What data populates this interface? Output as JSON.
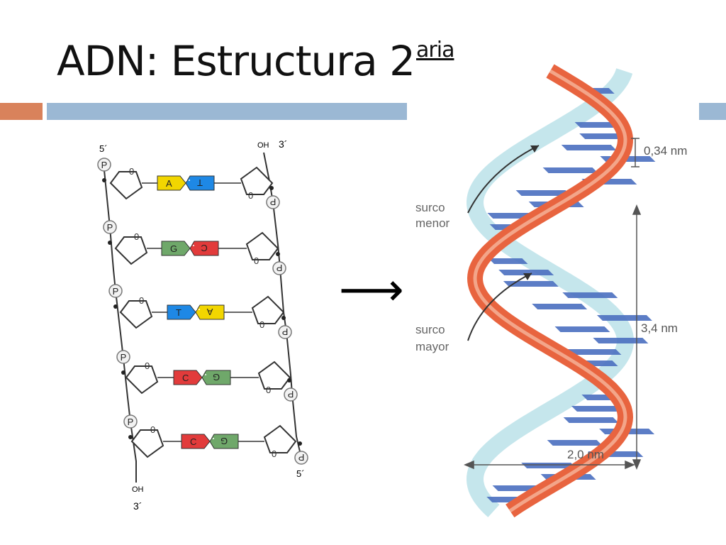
{
  "slide": {
    "title": "ADN: Estructura 2",
    "title_superscript": "aria"
  },
  "ladder": {
    "end_labels": {
      "top_left": "5´",
      "top_right_oh": "OH",
      "top_right": "3´",
      "bottom_right": "5´",
      "bottom_left_oh": "OH",
      "bottom_left": "3´"
    },
    "phosphate_label": "P",
    "sugar_oxygen": "0",
    "pairs": [
      {
        "left": "A",
        "right": "T",
        "left_color": "#f2d600",
        "right_color": "#1e88e5"
      },
      {
        "left": "G",
        "right": "C",
        "left_color": "#6fa86a",
        "right_color": "#e23b3b"
      },
      {
        "left": "T",
        "right": "A",
        "left_color": "#1e88e5",
        "right_color": "#f2d600"
      },
      {
        "left": "C",
        "right": "G",
        "left_color": "#e23b3b",
        "right_color": "#6fa86a"
      },
      {
        "left": "C",
        "right": "G",
        "left_color": "#e23b3b",
        "right_color": "#6fa86a"
      }
    ]
  },
  "helix": {
    "arrow": "⟶",
    "labels": {
      "minor_groove_1": "surco",
      "minor_groove_2": "menor",
      "major_groove_1": "surco",
      "major_groove_2": "mayor",
      "rise": "0,34 nm",
      "pitch": "3,4 nm",
      "diameter": "2,0 nm"
    },
    "colors": {
      "strand_front": "#e8643f",
      "strand_back": "#bfe3ea",
      "base": "#4a6fc0"
    }
  }
}
